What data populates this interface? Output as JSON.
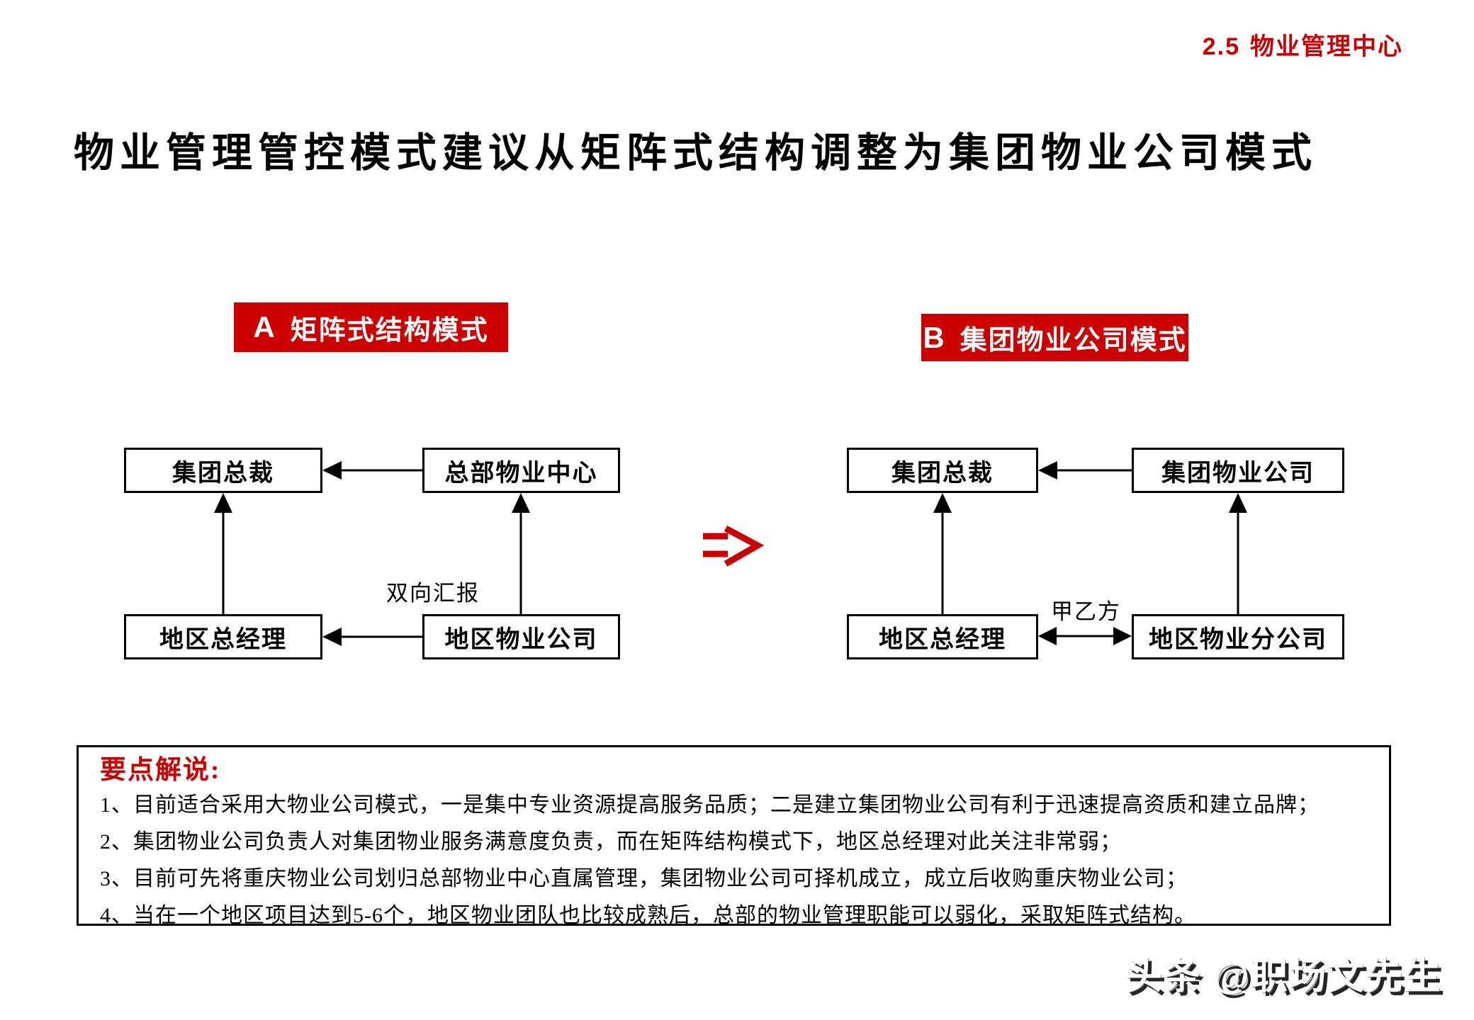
{
  "page_header": {
    "number": "2.5",
    "label": "物业管理中心"
  },
  "title": "物业管理管控模式建议从矩阵式结构调整为集团物业公司模式",
  "colors": {
    "accent_red": "#CC0000",
    "line_black": "#000000",
    "background": "#FFFFFF"
  },
  "diagram_a": {
    "header": {
      "letter": "A",
      "label": "矩阵式结构模式"
    },
    "boxes": {
      "top_left": "集团总裁",
      "top_right": "总部物业中心",
      "bottom_left": "地区总经理",
      "bottom_right": "地区物业公司"
    },
    "edge_label": "双向汇报"
  },
  "diagram_b": {
    "header": {
      "letter": "B",
      "label": "集团物业公司模式"
    },
    "boxes": {
      "top_left": "集团总裁",
      "top_right": "集团物业公司",
      "bottom_left": "地区总经理",
      "bottom_right": "地区物业分公司"
    },
    "edge_label": "甲乙方"
  },
  "notes": {
    "title": "要点解说:",
    "items": [
      "1、目前适合采用大物业公司模式，一是集中专业资源提高服务品质；二是建立集团物业公司有利于迅速提高资质和建立品牌；",
      "2、集团物业公司负责人对集团物业服务满意度负责，而在矩阵结构模式下，地区总经理对此关注非常弱；",
      "3、目前可先将重庆物业公司划归总部物业中心直属管理，集团物业公司可择机成立，成立后收购重庆物业公司；",
      "4、当在一个地区项目达到5-6个，地区物业团队也比较成熟后，总部的物业管理职能可以弱化，采取矩阵式结构。"
    ]
  },
  "watermark": "头条 @职场文先生"
}
